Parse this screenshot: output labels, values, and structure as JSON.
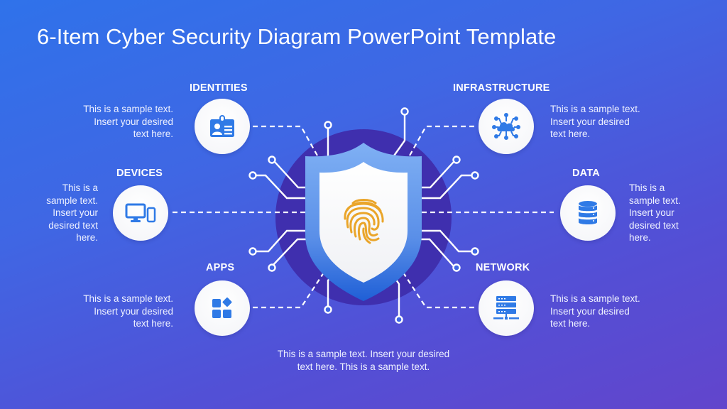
{
  "slide": {
    "title": "6-Item Cyber Security Diagram PowerPoint Template",
    "colors": {
      "background_start": "#2f72ea",
      "background_end": "#6245cc",
      "center_circle": "#3f2fae",
      "shield_outer": "#6fa0ee",
      "shield_inner": "#ffffff",
      "fingerprint": "#eaa52a",
      "icon_blue": "#2f7ae6"
    },
    "center": {
      "icon": "fingerprint-shield-icon",
      "caption": "This is a sample text. Insert your desired\ntext here. This is a sample text."
    },
    "items": [
      {
        "id": "identities",
        "heading": "IDENTITIES",
        "icon": "id-badge-icon",
        "text": "This is a sample text.\nInsert your desired\ntext here."
      },
      {
        "id": "devices",
        "heading": "DEVICES",
        "icon": "devices-icon",
        "text": "This is a\nsample text.\nInsert your\ndesired text\nhere."
      },
      {
        "id": "apps",
        "heading": "APPS",
        "icon": "apps-grid-icon",
        "text": "This is a sample text.\nInsert your desired\ntext here."
      },
      {
        "id": "infrastructure",
        "heading": "INFRASTRUCTURE",
        "icon": "cloud-network-icon",
        "text": "This is a sample text.\nInsert your desired\ntext here."
      },
      {
        "id": "data",
        "heading": "DATA",
        "icon": "database-icon",
        "text": "This is a\nsample text.\nInsert your\ndesired text\nhere."
      },
      {
        "id": "network",
        "heading": "NETWORK",
        "icon": "server-rack-icon",
        "text": "This is a sample text.\nInsert your desired\ntext here."
      }
    ]
  }
}
